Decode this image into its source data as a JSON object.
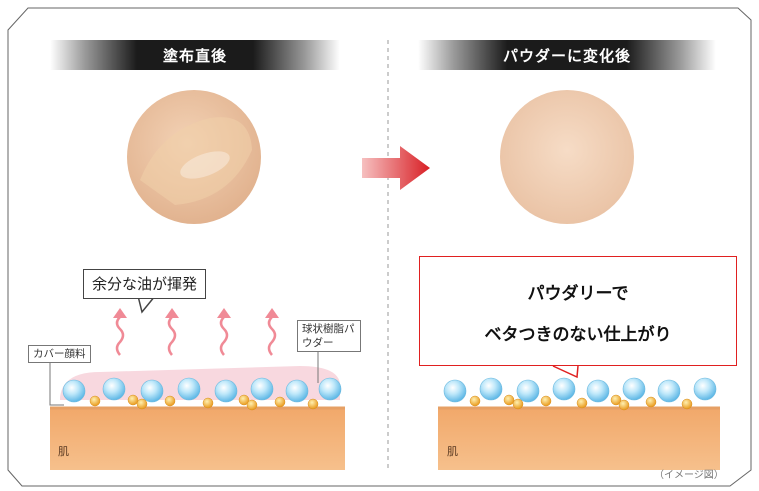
{
  "headers": {
    "before": "塗布直後",
    "after": "パウダーに変化後"
  },
  "left_panel": {
    "callout": "余分な油が揮発",
    "cover_pigment_label": "カバー顔料",
    "powder_label": "球状樹脂パウダー",
    "skin_label": "肌"
  },
  "right_panel": {
    "result_line1": "パウダリーで",
    "result_line2": "ベタつきのない仕上がり",
    "skin_label": "肌"
  },
  "note": "（イメージ図）",
  "colors": {
    "arrow_red": "#e0282a",
    "skin": "#f4b477",
    "skin_line": "#e6a065",
    "sphere_blue": "#8fd3f4",
    "pigment_orange": "#f3b53c",
    "oil_film": "#f7d4dc",
    "vapor_arrow": "#f08a96",
    "result_border": "#e02020"
  }
}
